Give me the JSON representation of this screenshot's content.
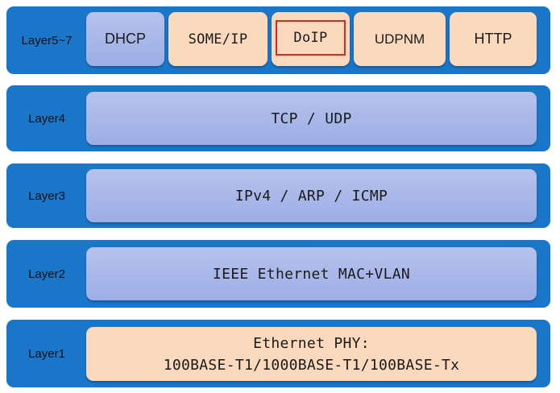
{
  "layers": [
    {
      "label": "Layer5~7",
      "protocols": [
        "DHCP",
        "SOME/IP",
        "DoIP",
        "UDPNM",
        "HTTP"
      ]
    },
    {
      "label": "Layer4",
      "protocol": "TCP / UDP"
    },
    {
      "label": "Layer3",
      "protocol": "IPv4 / ARP / ICMP"
    },
    {
      "label": "Layer2",
      "protocol": "IEEE Ethernet MAC+VLAN"
    },
    {
      "label": "Layer1",
      "protocol_line1": "Ethernet PHY:",
      "protocol_line2": "100BASE-T1/1000BASE-T1/100BASE-Tx"
    }
  ],
  "highlighted_protocol": "DoIP",
  "colors": {
    "band": "#1976c9",
    "blue_box": "#a9b7e9",
    "peach_box": "#fad9bd",
    "highlight": "#e0261f"
  }
}
